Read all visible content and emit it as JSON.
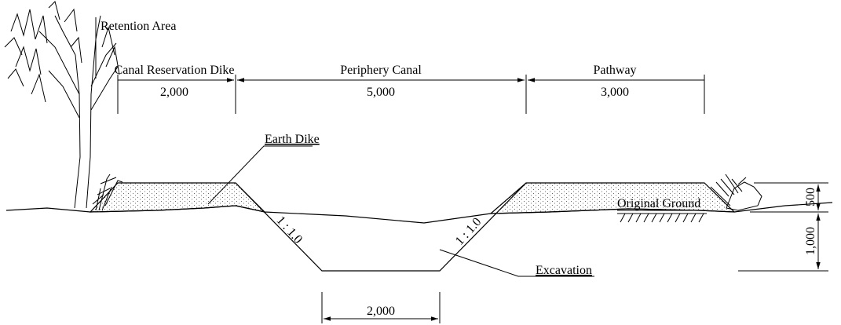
{
  "labels": {
    "retention_area": "Retention Area",
    "canal_reservation_dike": "Canal Reservation Dike",
    "periphery_canal": "Periphery Canal",
    "pathway": "Pathway",
    "earth_dike": "Earth Dike",
    "original_ground": "Original Ground",
    "excavation": "Excavation",
    "slope_left": "1 : 1.0",
    "slope_right": "1 : 1.0"
  },
  "dimensions": {
    "dike_width": "2,000",
    "canal_width": "5,000",
    "pathway_width": "3,000",
    "bottom_width": "2,000",
    "dike_height": "500",
    "canal_depth": "1,000"
  }
}
